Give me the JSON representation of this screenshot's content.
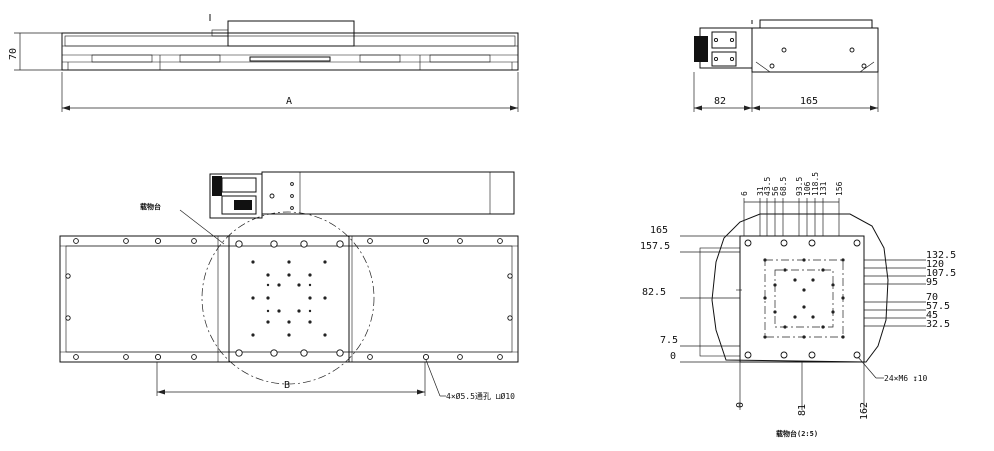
{
  "front_view": {
    "height_dim": "70",
    "length_dim": "A"
  },
  "side_view": {
    "dim_left": "82",
    "dim_right": "165"
  },
  "top_view": {
    "stage_label": "载物台",
    "travel_dim": "B",
    "mount_note": "4×Ø5.5通孔 ⊔Ø10"
  },
  "stage_detail": {
    "top_dims": [
      "6",
      "31",
      "43.5",
      "56",
      "68.5",
      "93.5",
      "106",
      "118.5",
      "131",
      "156"
    ],
    "left_dims": [
      "165",
      "157.5",
      "82.5",
      "7.5",
      "0"
    ],
    "right_dims": [
      "132.5",
      "120",
      "107.5",
      "95",
      "70",
      "57.5",
      "45",
      "32.5"
    ],
    "bottom_dims": [
      "0",
      "81",
      "162"
    ],
    "thread_note": "24×M6 ↧10",
    "caption": "载物台(2:5)"
  }
}
